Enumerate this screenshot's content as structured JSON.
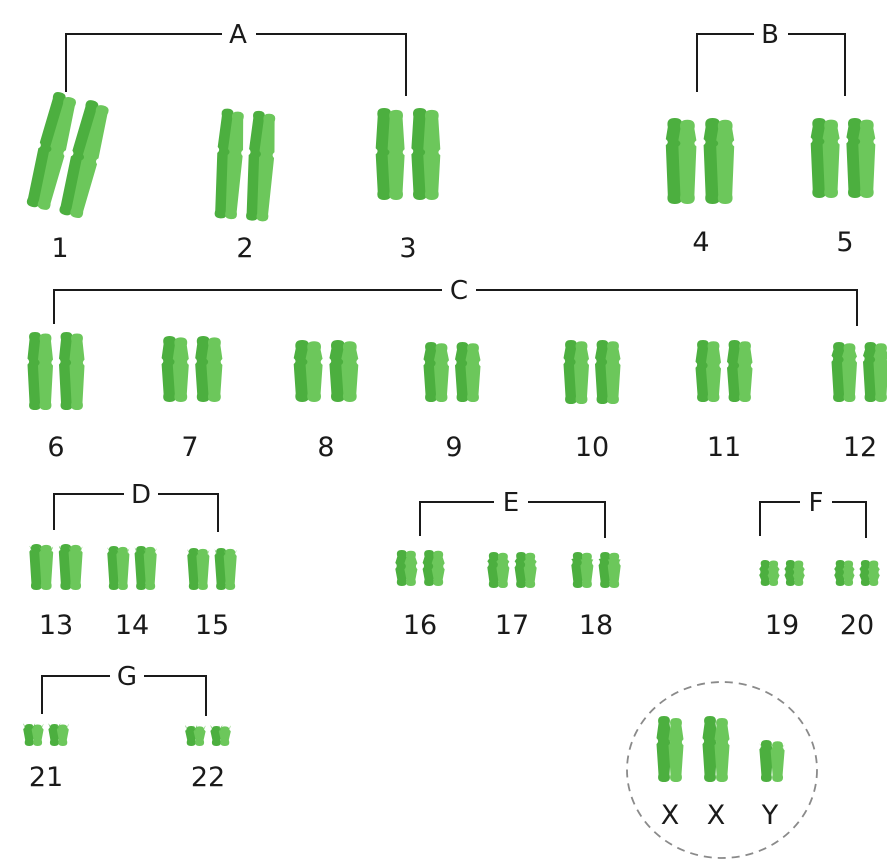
{
  "colors": {
    "chromosome": "#4caf3f",
    "chromosome_light": "#6cc75b",
    "line": "#1a1a1a",
    "circle": "#8a8a8a"
  },
  "groups": [
    {
      "id": "A",
      "label": "A"
    },
    {
      "id": "B",
      "label": "B"
    },
    {
      "id": "C",
      "label": "C"
    },
    {
      "id": "D",
      "label": "D"
    },
    {
      "id": "E",
      "label": "E"
    },
    {
      "id": "F",
      "label": "F"
    },
    {
      "id": "G",
      "label": "G"
    }
  ],
  "chromosomes": [
    {
      "label": "1",
      "group": "A",
      "length": 1.0,
      "centromere": 0.48
    },
    {
      "label": "2",
      "group": "A",
      "length": 0.97,
      "centromere": 0.38
    },
    {
      "label": "3",
      "group": "A",
      "length": 0.8,
      "centromere": 0.47
    },
    {
      "label": "4",
      "group": "B",
      "length": 0.73,
      "centromere": 0.28
    },
    {
      "label": "5",
      "group": "B",
      "length": 0.7,
      "centromere": 0.28
    },
    {
      "label": "6",
      "group": "C",
      "length": 0.68,
      "centromere": 0.38
    },
    {
      "label": "7",
      "group": "C",
      "length": 0.6,
      "centromere": 0.38
    },
    {
      "label": "8",
      "group": "C",
      "length": 0.56,
      "centromere": 0.34
    },
    {
      "label": "9",
      "group": "C",
      "length": 0.55,
      "centromere": 0.34
    },
    {
      "label": "10",
      "group": "C",
      "length": 0.54,
      "centromere": 0.33
    },
    {
      "label": "11",
      "group": "C",
      "length": 0.52,
      "centromere": 0.4
    },
    {
      "label": "12",
      "group": "C",
      "length": 0.51,
      "centromere": 0.28
    },
    {
      "label": "13",
      "group": "D",
      "length": 0.37,
      "centromere": 0.1
    },
    {
      "label": "14",
      "group": "D",
      "length": 0.35,
      "centromere": 0.1
    },
    {
      "label": "15",
      "group": "D",
      "length": 0.33,
      "centromere": 0.1
    },
    {
      "label": "16",
      "group": "E",
      "length": 0.3,
      "centromere": 0.44
    },
    {
      "label": "17",
      "group": "E",
      "length": 0.28,
      "centromere": 0.34
    },
    {
      "label": "18",
      "group": "E",
      "length": 0.26,
      "centromere": 0.28
    },
    {
      "label": "19",
      "group": "F",
      "length": 0.2,
      "centromere": 0.46
    },
    {
      "label": "20",
      "group": "F",
      "length": 0.19,
      "centromere": 0.46
    },
    {
      "label": "21",
      "group": "G",
      "length": 0.16,
      "centromere": 0.1
    },
    {
      "label": "22",
      "group": "G",
      "length": 0.16,
      "centromere": 0.1
    }
  ],
  "sex_chromosomes": [
    {
      "label": "X"
    },
    {
      "label": "X"
    },
    {
      "label": "Y"
    }
  ]
}
